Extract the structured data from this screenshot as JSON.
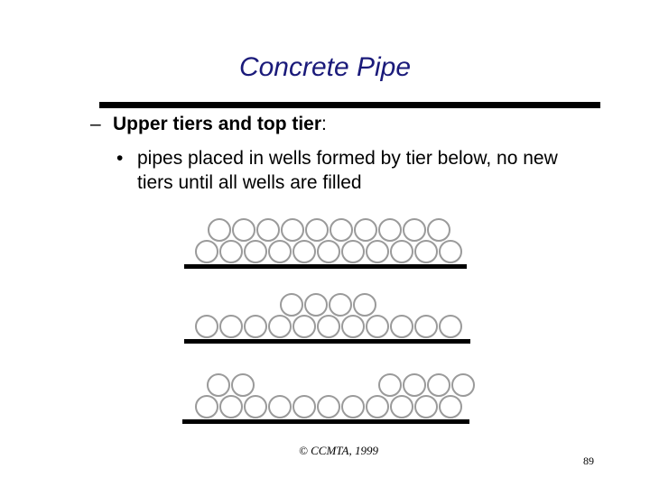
{
  "slide": {
    "title": "Concrete Pipe",
    "bullet_dash": "–",
    "bullet1_bold": "Upper tiers and top tier",
    "bullet1_tail": ":",
    "bullet2_dot": "•",
    "bullet2_text": "pipes placed in wells formed by tier below, no new tiers until all wells are filled",
    "footer": "© CCMTA, 1999",
    "page_number": "89"
  },
  "colors": {
    "title": "#1a1a7a",
    "pipe_fill": "#ffffff",
    "pipe_stroke": "#9a9a9a",
    "ground": "#000000"
  },
  "diagram": {
    "stacks": [
      {
        "bottom_row_count": 11,
        "upper_tier_pipes": 10,
        "description": "upper tier fully filled"
      },
      {
        "bottom_row_count": 11,
        "upper_tier_pipes": 4,
        "description": "partial upper tier in center"
      },
      {
        "bottom_row_count": 11,
        "upper_tier_pipes": 6,
        "description": "partial upper tier at both ends"
      }
    ]
  }
}
